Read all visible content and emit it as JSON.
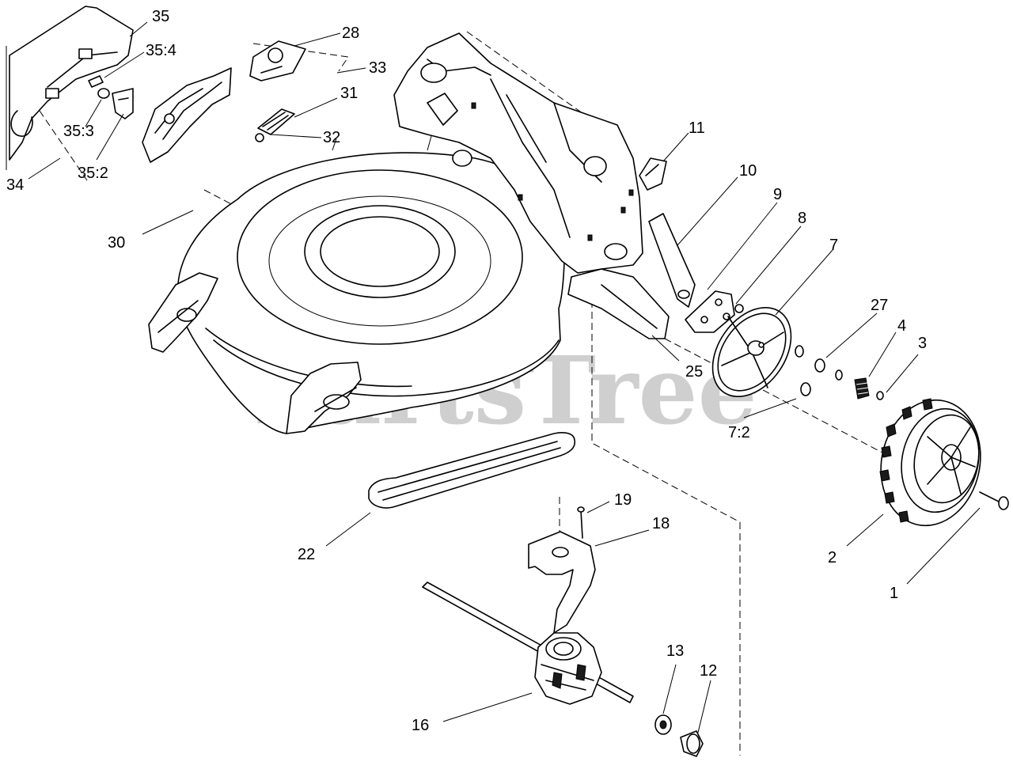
{
  "watermark": "PartsTree",
  "callouts": [
    {
      "id": "c1",
      "text": "1"
    },
    {
      "id": "c2",
      "text": "2"
    },
    {
      "id": "c3",
      "text": "3"
    },
    {
      "id": "c4",
      "text": "4"
    },
    {
      "id": "c7",
      "text": "7"
    },
    {
      "id": "c72",
      "text": "7:2"
    },
    {
      "id": "c8",
      "text": "8"
    },
    {
      "id": "c9",
      "text": "9"
    },
    {
      "id": "c10",
      "text": "10"
    },
    {
      "id": "c11",
      "text": "11"
    },
    {
      "id": "c12",
      "text": "12"
    },
    {
      "id": "c13",
      "text": "13"
    },
    {
      "id": "c16",
      "text": "16"
    },
    {
      "id": "c18",
      "text": "18"
    },
    {
      "id": "c19",
      "text": "19"
    },
    {
      "id": "c22",
      "text": "22"
    },
    {
      "id": "c25",
      "text": "25"
    },
    {
      "id": "c27",
      "text": "27"
    },
    {
      "id": "c28",
      "text": "28"
    },
    {
      "id": "c30",
      "text": "30"
    },
    {
      "id": "c31",
      "text": "31"
    },
    {
      "id": "c32",
      "text": "32"
    },
    {
      "id": "c33",
      "text": "33"
    },
    {
      "id": "c34",
      "text": "34"
    },
    {
      "id": "c35",
      "text": "35"
    },
    {
      "id": "c352",
      "text": "35:2"
    },
    {
      "id": "c353",
      "text": "35:3"
    },
    {
      "id": "c354",
      "text": "35:4"
    }
  ]
}
